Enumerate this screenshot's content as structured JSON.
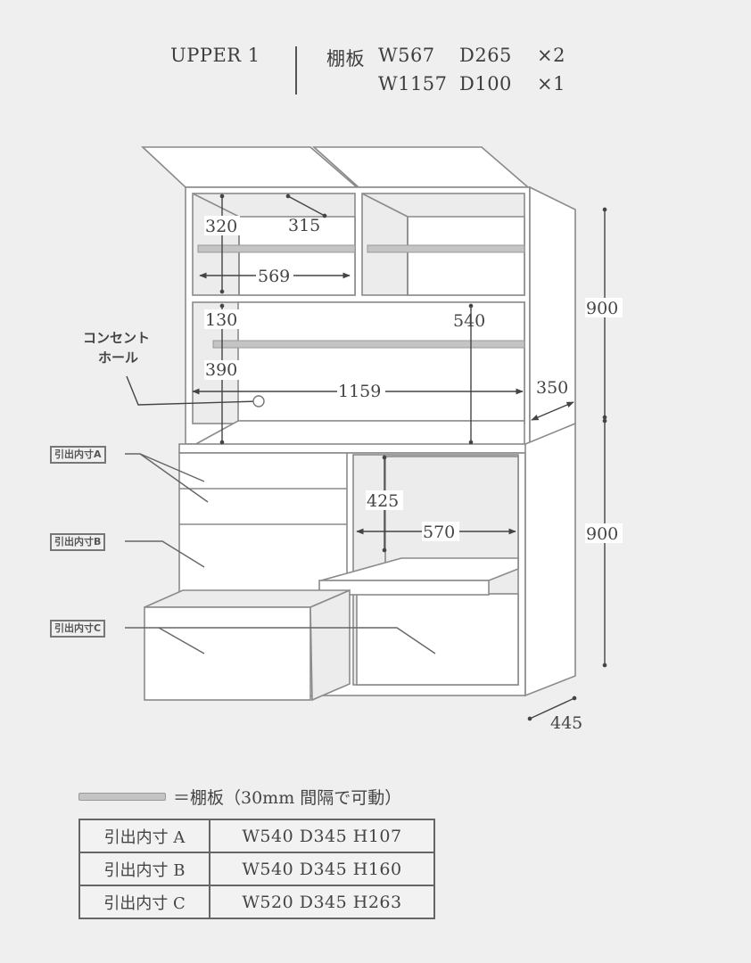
{
  "header": {
    "model": "UPPER 1",
    "shelf_label": "棚板",
    "shelf_specs": [
      {
        "width": "W567",
        "depth": "D265",
        "qty": "×2"
      },
      {
        "width": "W1157",
        "depth": "D100",
        "qty": "×1"
      }
    ]
  },
  "diagram": {
    "dimensions": {
      "upper_compartment_height": "320",
      "upper_compartment_depth": "315",
      "upper_compartment_width": "569",
      "middle_top_gap": "130",
      "middle_lower_gap": "390",
      "middle_height": "540",
      "middle_width": "1159",
      "upper_depth": "350",
      "upper_total_height": "900",
      "lower_total_height": "900",
      "lower_opening_height": "425",
      "lower_opening_width": "570",
      "lower_depth": "445"
    },
    "outlet_note_line1": "コンセント",
    "outlet_note_line2": "ホール",
    "drawer_labels": [
      "引出内寸A",
      "引出内寸B",
      "引出内寸C"
    ]
  },
  "legend": {
    "text": "＝棚板（30mm 間隔で可動）"
  },
  "drawer_table": {
    "rows": [
      {
        "label": "引出内寸 A",
        "value": "W540 D345 H107"
      },
      {
        "label": "引出内寸 B",
        "value": "W540 D345 H160"
      },
      {
        "label": "引出内寸 C",
        "value": "W520 D345 H263"
      }
    ]
  },
  "colors": {
    "background": "#efefef",
    "line": "#777777",
    "shelf": "#c4c4c4",
    "text": "#444444"
  }
}
